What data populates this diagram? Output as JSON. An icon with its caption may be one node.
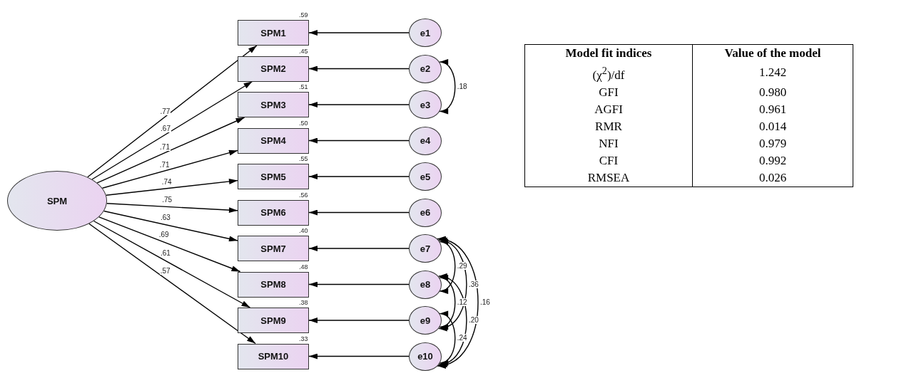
{
  "diagram": {
    "nodes": [
      {
        "text": [
          "SPM"
        ]
      },
      {
        "text": [
          "SPM1"
        ],
        "beside": [
          ".59"
        ]
      },
      {
        "text": [
          "SPM2"
        ],
        "beside": [
          ".45"
        ]
      },
      {
        "text": [
          "SPM3"
        ],
        "beside": [
          ".51"
        ]
      },
      {
        "text": [
          "SPM4"
        ],
        "beside": [
          ".50"
        ]
      },
      {
        "text": [
          "SPM5"
        ],
        "beside": [
          ".55"
        ]
      },
      {
        "text": [
          "SPM6"
        ],
        "beside": [
          ".56"
        ]
      },
      {
        "text": [
          "SPM7"
        ],
        "beside": [
          ".40"
        ]
      },
      {
        "text": [
          "SPM8"
        ],
        "beside": [
          ".48"
        ]
      },
      {
        "text": [
          "SPM9"
        ],
        "beside": [
          ".38"
        ]
      },
      {
        "text": [
          "SPM10"
        ],
        "beside": [
          ".33"
        ]
      },
      {
        "text": [
          "e1"
        ]
      },
      {
        "text": [
          "e2"
        ]
      },
      {
        "text": [
          "e3"
        ]
      },
      {
        "text": [
          "e4"
        ]
      },
      {
        "text": [
          "e5"
        ]
      },
      {
        "text": [
          "e6"
        ]
      },
      {
        "text": [
          "e7"
        ]
      },
      {
        "text": [
          "e8"
        ]
      },
      {
        "text": [
          "e9"
        ]
      },
      {
        "text": [
          "e10"
        ]
      }
    ],
    "edges": [
      {
        "from": 0,
        "to": 1,
        "arrow": "to",
        "label": ".77"
      },
      {
        "from": 0,
        "to": 2,
        "arrow": "to",
        "label": ".67"
      },
      {
        "from": 0,
        "to": 3,
        "arrow": "to",
        "label": ".71"
      },
      {
        "from": 0,
        "to": 4,
        "arrow": "to",
        "label": ".71"
      },
      {
        "from": 0,
        "to": 5,
        "arrow": "to",
        "label": ".74"
      },
      {
        "from": 0,
        "to": 6,
        "arrow": "to",
        "label": ".75"
      },
      {
        "from": 0,
        "to": 7,
        "arrow": "to",
        "label": ".63"
      },
      {
        "from": 0,
        "to": 8,
        "arrow": "to",
        "label": ".69"
      },
      {
        "from": 0,
        "to": 9,
        "arrow": "to",
        "label": ".61"
      },
      {
        "from": 0,
        "to": 10,
        "arrow": "to",
        "label": ".57"
      },
      {
        "from": 11,
        "to": 1,
        "arrow": "to"
      },
      {
        "from": 12,
        "to": 2,
        "arrow": "to"
      },
      {
        "from": 13,
        "to": 3,
        "arrow": "to"
      },
      {
        "from": 14,
        "to": 4,
        "arrow": "to"
      },
      {
        "from": 15,
        "to": 5,
        "arrow": "to"
      },
      {
        "from": 16,
        "to": 6,
        "arrow": "to"
      },
      {
        "from": 17,
        "to": 7,
        "arrow": "to"
      },
      {
        "from": 18,
        "to": 8,
        "arrow": "to"
      },
      {
        "from": 19,
        "to": 9,
        "arrow": "to"
      },
      {
        "from": 20,
        "to": 10,
        "arrow": "to"
      },
      {
        "from": 12,
        "to": 13,
        "arrow": "both",
        "label": ".18"
      },
      {
        "from": 17,
        "to": 18,
        "arrow": "both",
        "label": ".29"
      },
      {
        "from": 17,
        "to": 19,
        "arrow": "both",
        "label": ".36"
      },
      {
        "from": 17,
        "to": 20,
        "arrow": "both",
        "label": ".16"
      },
      {
        "from": 18,
        "to": 19,
        "arrow": "both",
        "label": ".12"
      },
      {
        "from": 18,
        "to": 20,
        "arrow": "both",
        "label": ".20"
      },
      {
        "from": 19,
        "to": 20,
        "arrow": "both",
        "label": ".24"
      }
    ],
    "labels": [
      "Model fit indices",
      "Value of the model",
      "(χ$^{2}$)/df",
      "1.242",
      "GFI",
      "0.980",
      "AGFI",
      "0.961",
      "RMR",
      "0.014",
      "NFI",
      "0.979",
      "CFI",
      "0.992",
      "RMSEA",
      "0.026"
    ]
  }
}
